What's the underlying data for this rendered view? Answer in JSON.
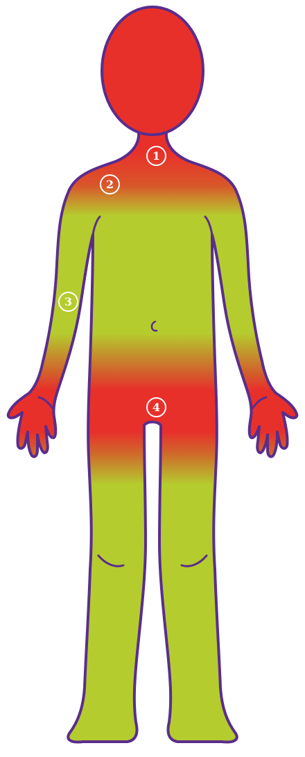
{
  "colors": {
    "body_fill": "#b5cc2e",
    "heat_fill": "#e8302b",
    "outline": "#5a2d8c",
    "marker_ring": "#ffffff"
  },
  "markers": [
    {
      "label": "1",
      "region": "neck"
    },
    {
      "label": "2",
      "region": "upper-chest"
    },
    {
      "label": "3",
      "region": "upper-arm"
    },
    {
      "label": "4",
      "region": "groin"
    }
  ]
}
